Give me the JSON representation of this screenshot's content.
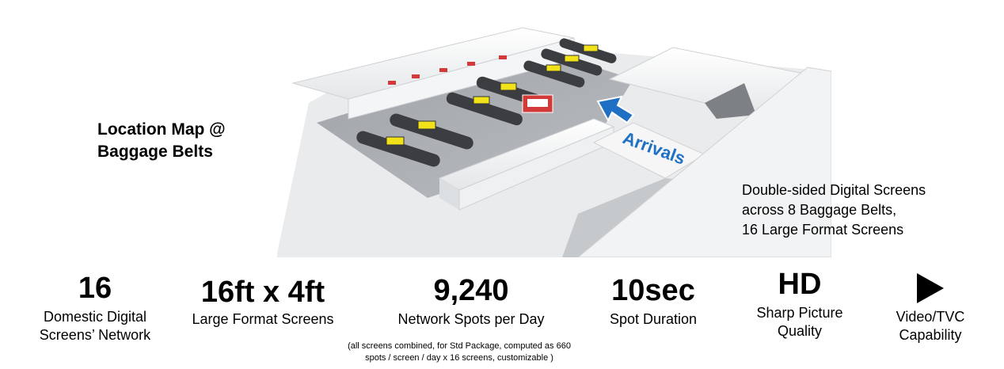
{
  "map_title": {
    "line1": "Location Map @",
    "line2": "Baggage Belts"
  },
  "arrivals_sign": "Arrivals",
  "screens_note": {
    "line1": "Double-sided Digital Screens",
    "line2": "across 8 Baggage Belts,",
    "line3": "16 Large Format Screens"
  },
  "stats": [
    {
      "value": "16",
      "label_line1": "Domestic Digital",
      "label_line2": "Screens’ Network"
    },
    {
      "value": "16ft x 4ft",
      "label_line1": "Large Format Screens"
    },
    {
      "value": "9,240",
      "label_line1": "Network Spots per Day"
    },
    {
      "value": "10sec",
      "label_line1": "Spot Duration"
    },
    {
      "value": "HD",
      "label_line1": "Sharp Picture",
      "label_line2": "Quality"
    },
    {
      "icon": "play-icon",
      "label_line1": "Video/TVC",
      "label_line2": "Capability"
    }
  ],
  "footnote": {
    "line1": "(all screens combined, for Std Package, computed as 660",
    "line2": "spots / screen / day x 16 screens, customizable )"
  },
  "colors": {
    "arrivals_blue": "#1f6fc5",
    "screen_yellow": "#f2e21a",
    "building_red": "#d23a3a"
  }
}
